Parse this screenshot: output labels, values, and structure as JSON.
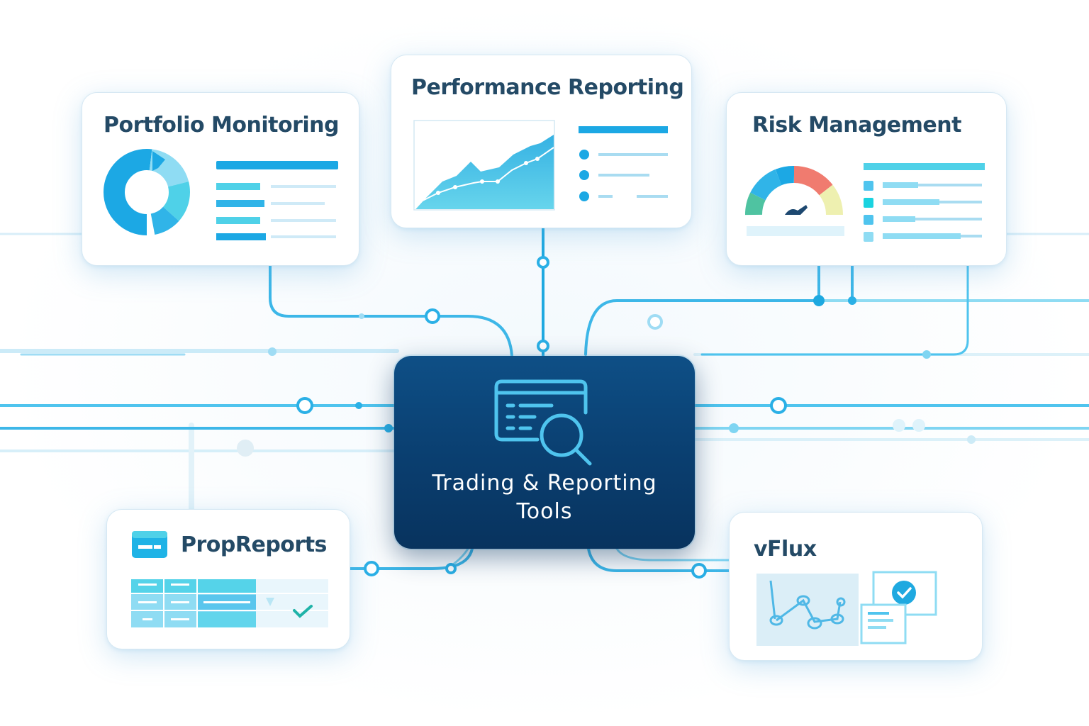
{
  "hub": {
    "title_line1": "Trading & Reporting",
    "title_line2": "Tools",
    "icon": "report-search-icon"
  },
  "cards": {
    "portfolio_monitoring": {
      "title": "Portfolio Monitoring",
      "icon": "donut-chart-icon"
    },
    "performance_reporting": {
      "title": "Performance Reporting",
      "icon": "area-chart-icon"
    },
    "risk_management": {
      "title": "Risk Management",
      "icon": "gauge-icon"
    },
    "propreports": {
      "title": "PropReports",
      "icon": "propreports-logo-icon"
    },
    "vflux": {
      "title": "vFlux",
      "icon": "network-check-icon"
    }
  },
  "colors": {
    "accent": "#1fb3e6",
    "accent_light": "#8fdcf3",
    "hub_dark": "#0a3e6f",
    "title_text": "#244a66",
    "gauge_red": "#f07b6f",
    "gauge_yellow": "#eef0b0",
    "gauge_green": "#4fc3a1"
  }
}
